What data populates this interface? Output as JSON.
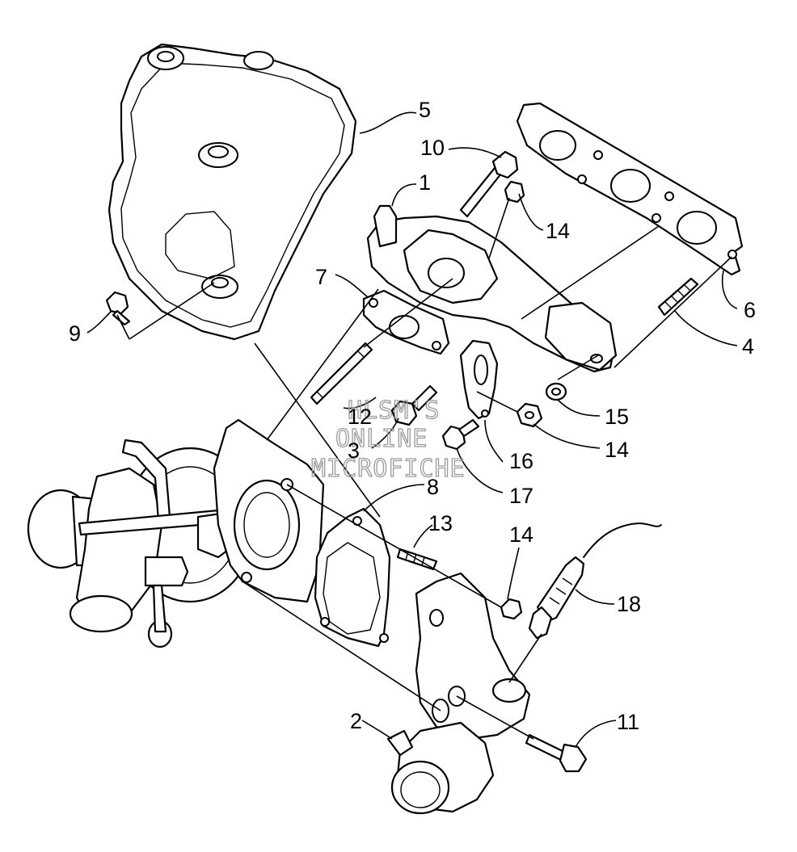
{
  "callouts": {
    "c1": "1",
    "c2": "2",
    "c3": "3",
    "c4": "4",
    "c5": "5",
    "c6": "6",
    "c7": "7",
    "c8": "8",
    "c9": "9",
    "c10": "10",
    "c11": "11",
    "c12": "12",
    "c13": "13",
    "c14a": "14",
    "c14b": "14",
    "c14c": "14",
    "c15": "15",
    "c16": "16",
    "c17": "17",
    "c18": "18"
  },
  "watermark": {
    "line1": "HLSM'S",
    "line2": "ONLINE",
    "line3": "MICROFICHE"
  }
}
